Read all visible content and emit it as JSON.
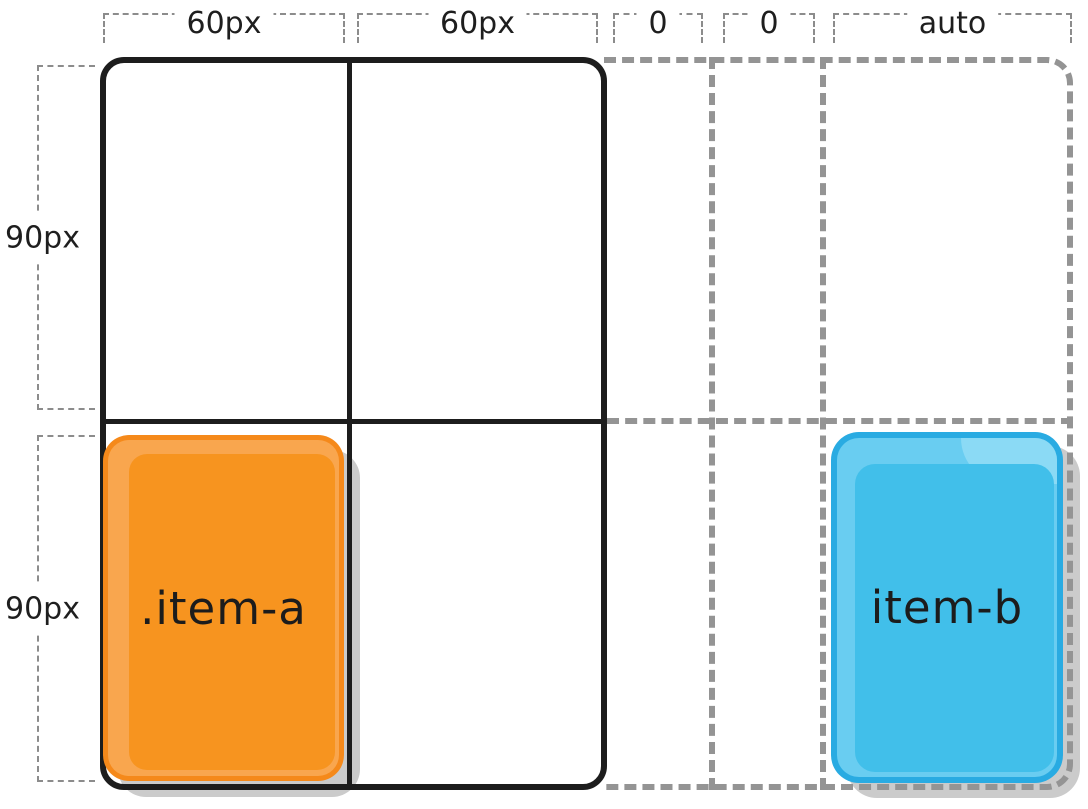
{
  "diagram": {
    "type": "css-grid-tracks-illustration",
    "column_labels": [
      "60px",
      "60px",
      "0",
      "0",
      "auto"
    ],
    "row_labels": [
      "90px",
      "90px"
    ],
    "items": [
      {
        "id": "item-a",
        "label": ".item-a",
        "fill": "#F7941F",
        "highlight": "#F9A64E",
        "border": "#F5891A",
        "row": 2,
        "column": 1
      },
      {
        "id": "item-b",
        "label": "item-b",
        "fill": "#41BFEA",
        "highlight": "#69CDF1",
        "border": "#29ABE2",
        "row": 2,
        "column": 5
      }
    ],
    "colors": {
      "explicit_grid_line": "#1d1d1d",
      "implicit_grid_dash": "#949494",
      "bracket_dash": "#8c8c8c",
      "item_shadow": "#cbcbcb",
      "background": "#ffffff",
      "label_text": "#1e1e1e"
    }
  }
}
